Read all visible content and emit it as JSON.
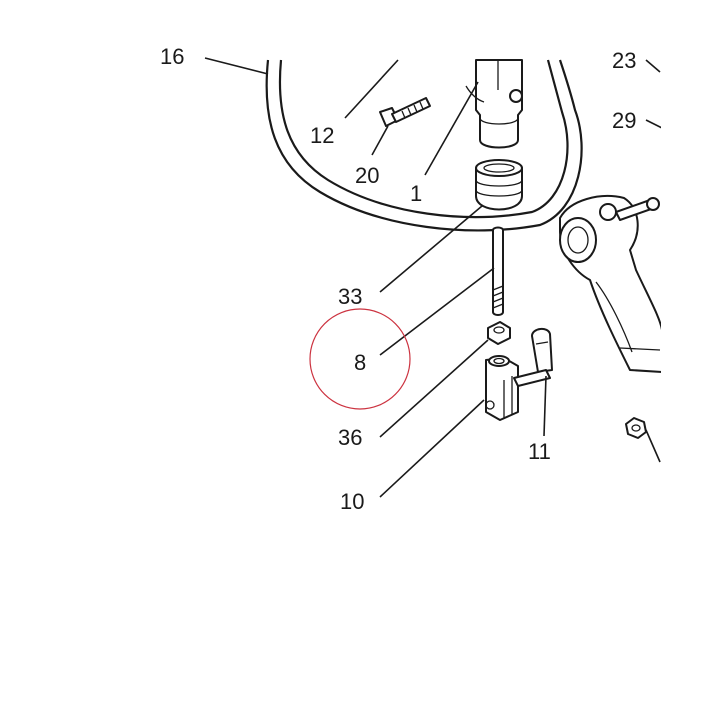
{
  "diagram": {
    "callouts": {
      "c16": "16",
      "c12": "12",
      "c20": "20",
      "c1": "1",
      "c23": "23",
      "c29": "29",
      "c33": "33",
      "c8": "8",
      "c36": "36",
      "c10": "10",
      "c11": "11"
    },
    "highlight_color": "#cc3340"
  }
}
